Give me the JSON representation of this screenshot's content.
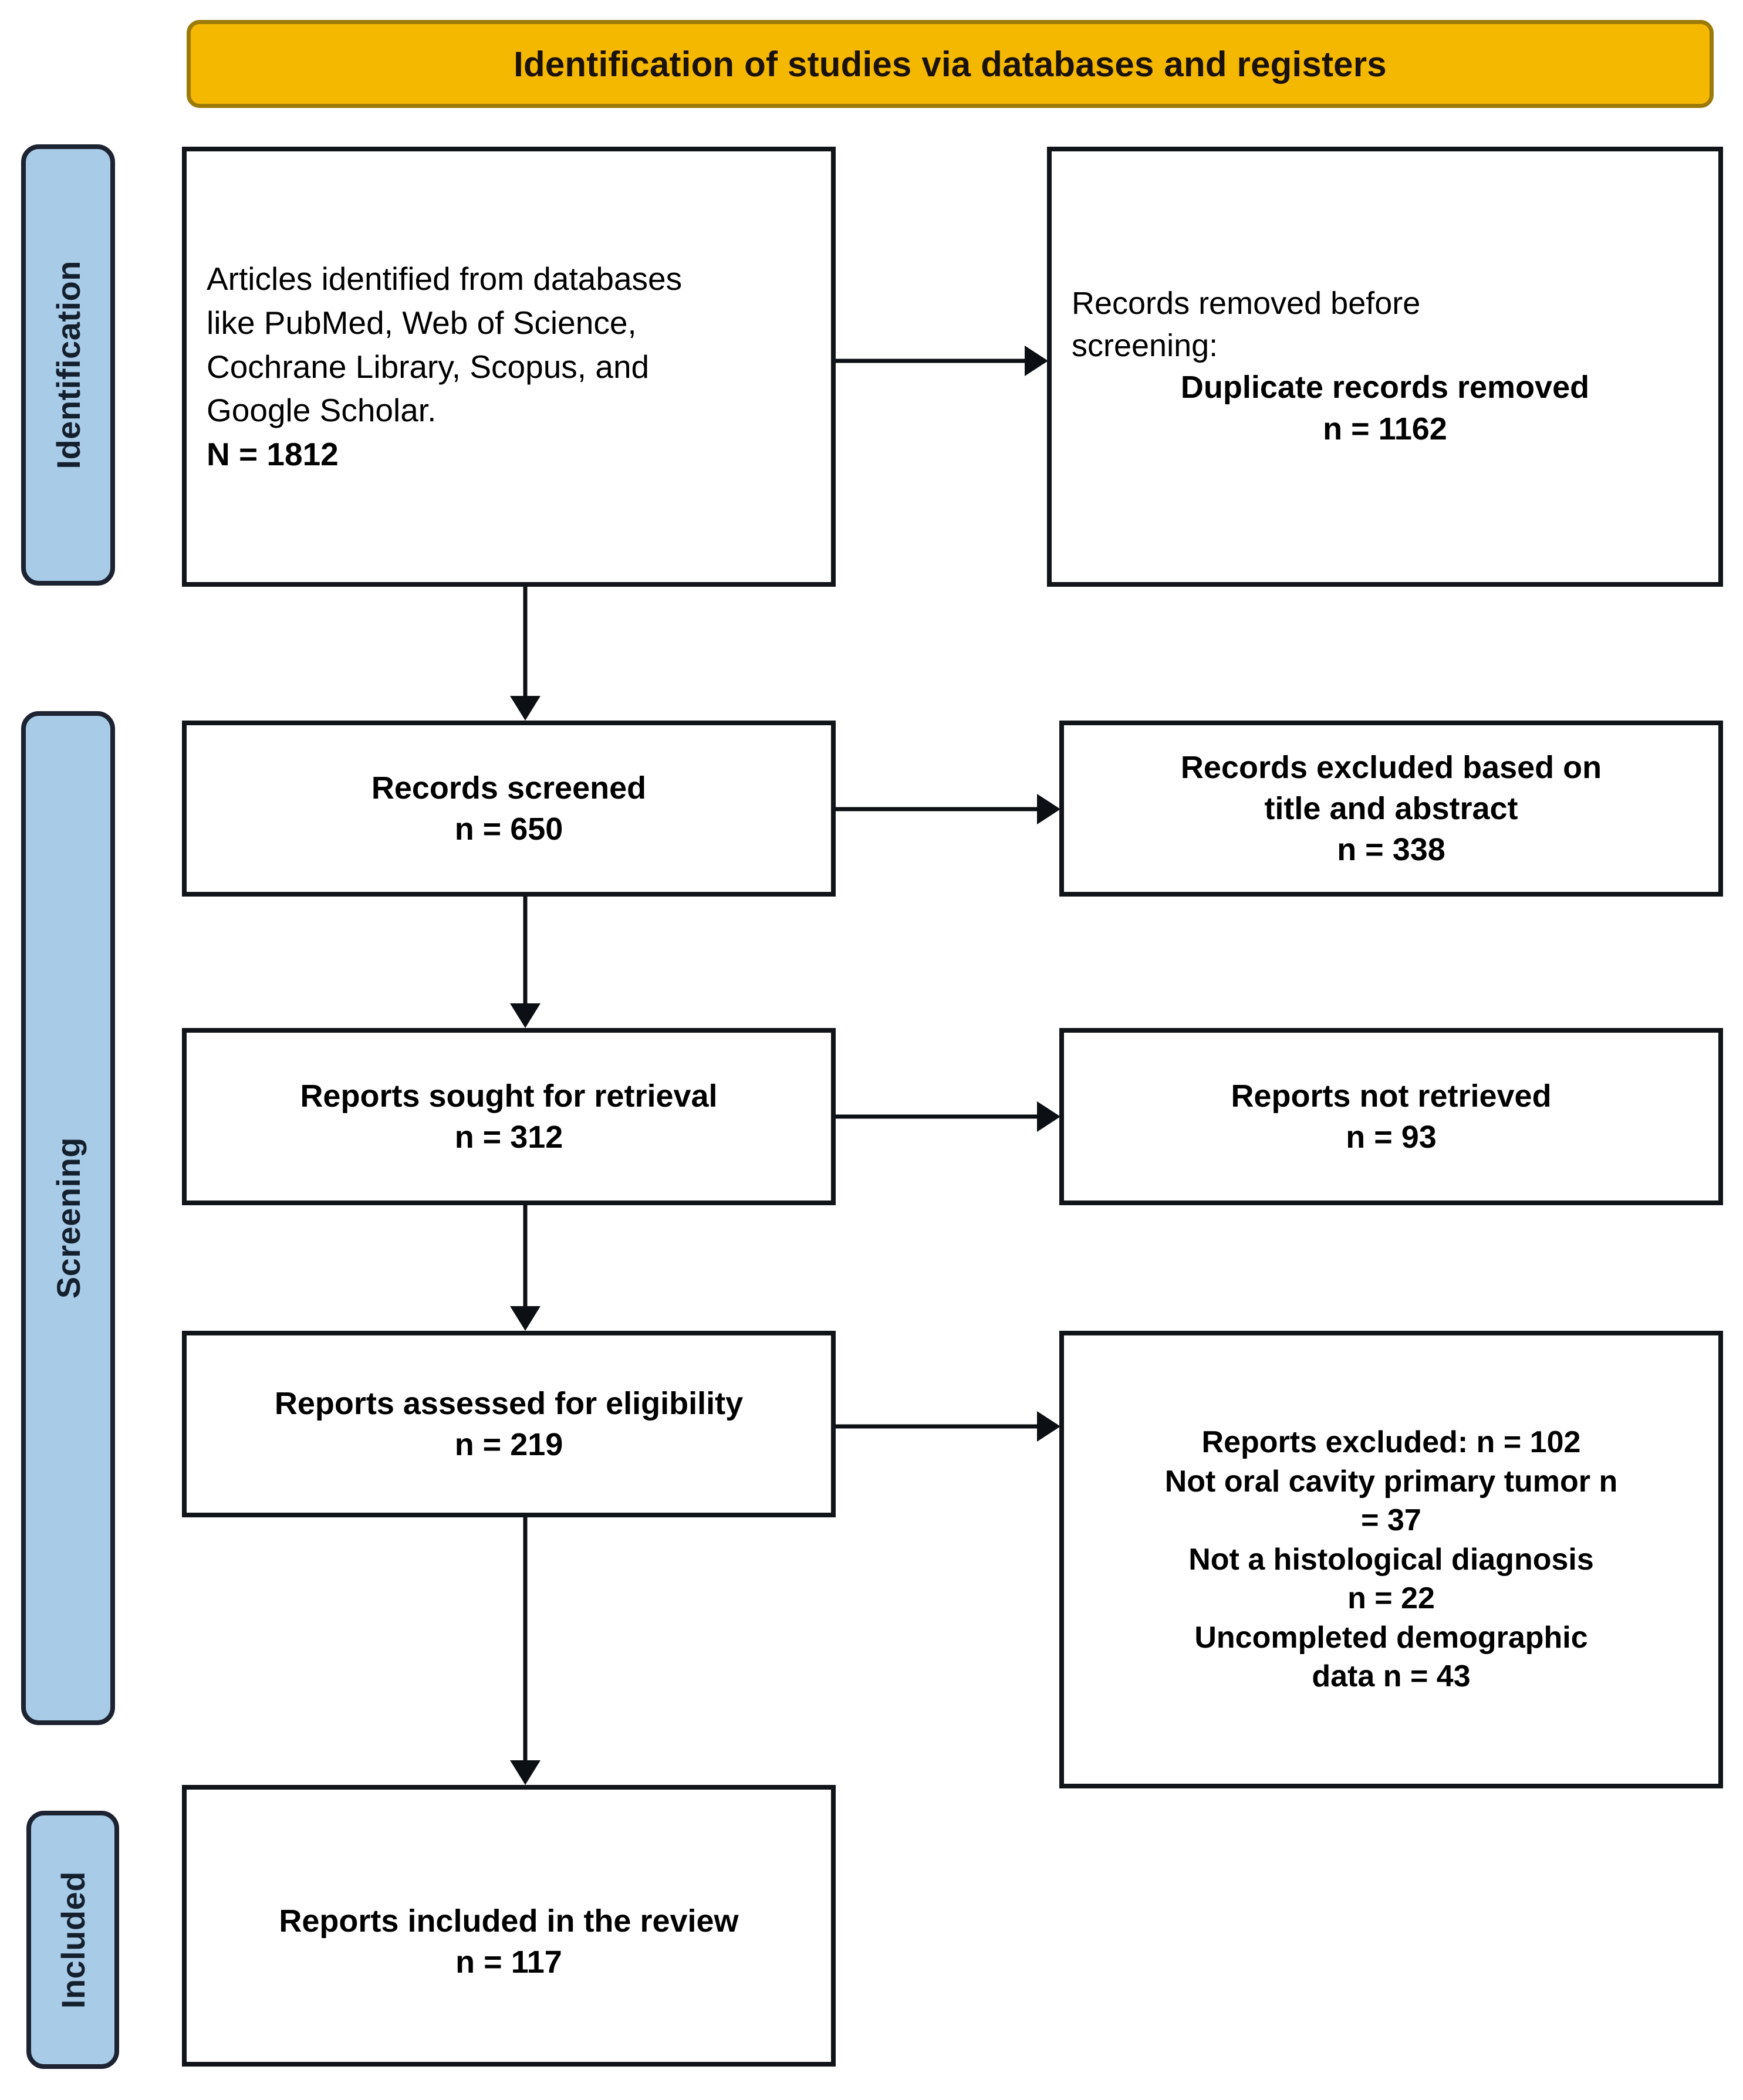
{
  "banner": {
    "title": "Identification of studies via databases and registers"
  },
  "phases": [
    {
      "id": "identification",
      "label": "Identification"
    },
    {
      "id": "screening",
      "label": "Screening"
    },
    {
      "id": "included",
      "label": "Included"
    }
  ],
  "boxes": {
    "identified": {
      "lines": [
        "Articles identified from databases",
        "like PubMed, Web of Science,",
        "Cochrane Library, Scopus, and",
        "Google Scholar."
      ],
      "count": "N = 1812"
    },
    "removed": {
      "heading_line1": "Records removed before",
      "heading_line2": "screening:",
      "reason": "Duplicate records removed",
      "count": "n = 1162"
    },
    "screened": {
      "label": "Records screened",
      "count": "n = 650"
    },
    "excluded_title_abstract": {
      "line1": "Records excluded based on",
      "line2": "title and abstract",
      "count": "n = 338"
    },
    "sought": {
      "label": "Reports sought for retrieval",
      "count": "n = 312"
    },
    "not_retrieved": {
      "label": "Reports not retrieved",
      "count": "n = 93"
    },
    "assessed": {
      "label": "Reports assessed for eligibility",
      "count": "n = 219"
    },
    "excluded_reasons": {
      "total": "Reports excluded: n = 102",
      "reason1_line1": "Not oral cavity primary tumor n",
      "reason1_line2": "= 37",
      "reason2_line1": "Not a histological diagnosis",
      "reason2_line2": "n = 22",
      "reason3_line1": "Uncompleted demographic",
      "reason3_line2": "data n = 43"
    },
    "included": {
      "label": "Reports included in the review",
      "count": "n = 117"
    }
  },
  "colors": {
    "banner_fill": "#F5B800",
    "banner_border": "#9C7A08",
    "phase_fill": "#A8CBE8",
    "phase_border": "#1d2330",
    "box_border": "#111418",
    "arrow": "#0c0f13"
  }
}
